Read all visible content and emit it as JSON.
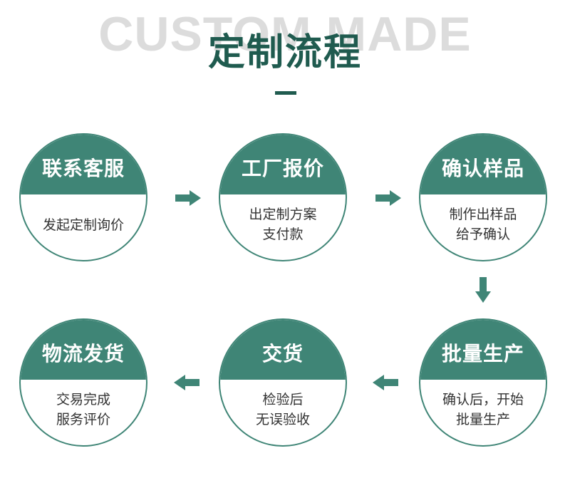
{
  "header": {
    "bg_title": "CUSTOM MADE",
    "title": "定制流程"
  },
  "steps": [
    {
      "title": "联系客服",
      "lines": [
        "发起定制询价"
      ]
    },
    {
      "title": "工厂报价",
      "lines": [
        "出定制方案",
        "支付款"
      ]
    },
    {
      "title": "确认样品",
      "lines": [
        "制作出样品",
        "给予确认"
      ]
    },
    {
      "title": "批量生产",
      "lines": [
        "确认后，开始",
        "批量生产"
      ]
    },
    {
      "title": "交货",
      "lines": [
        "检验后",
        "无误验收"
      ]
    },
    {
      "title": "物流发货",
      "lines": [
        "交易完成",
        "服务评价"
      ]
    }
  ],
  "colors": {
    "accent": "#3f8576",
    "title": "#1f5b4f",
    "watermark": "#dcdcdc"
  },
  "icons": [
    "arrow-right-icon",
    "arrow-down-icon",
    "arrow-left-icon"
  ]
}
